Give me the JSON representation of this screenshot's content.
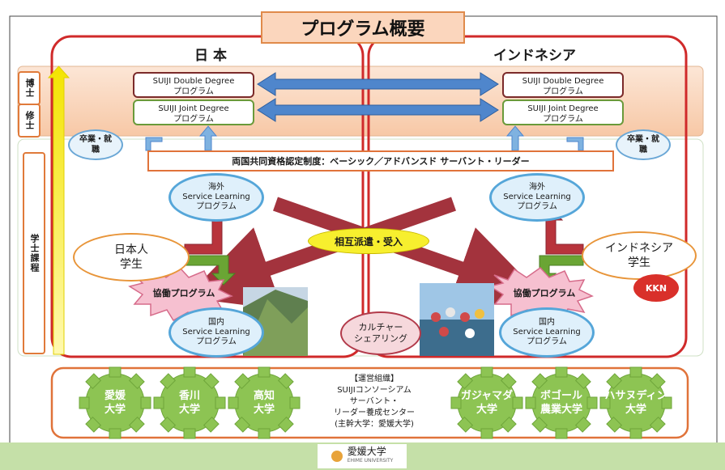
{
  "title": "プログラム概要",
  "left_country": "日 本",
  "right_country": "インドネシア",
  "left_side_labels": {
    "doctor": "博士",
    "master": "修士",
    "undergrad": "学士課程"
  },
  "degree": {
    "double_l1": "SUIJI Double Degree",
    "double_l2": "プログラム",
    "joint_l1": "SUIJI Joint Degree",
    "joint_l2": "プログラム"
  },
  "graduation": "卒業・就職",
  "certification": "両国共同資格認定制度：ベーシック／アドバンスド サーバント・リーダー",
  "overseas_sl": {
    "l1": "海外",
    "l2": "Service Learning",
    "l3": "プログラム"
  },
  "domestic_sl": {
    "l1": "国内",
    "l2": "Service Learning",
    "l3": "プログラム"
  },
  "japanese_students": {
    "l1": "日本人",
    "l2": "学生"
  },
  "indonesian_students": {
    "l1": "インドネシア",
    "l2": "学生"
  },
  "mutual_exchange": "相互派遣・受入",
  "collab_program": "協働プログラム",
  "kkn": "KKN",
  "culture_sharing": {
    "l1": "カルチャー",
    "l2": "シェアリング"
  },
  "universities_jp": [
    {
      "l1": "愛媛",
      "l2": "大学"
    },
    {
      "l1": "香川",
      "l2": "大学"
    },
    {
      "l1": "高知",
      "l2": "大学"
    }
  ],
  "universities_id": [
    {
      "l1": "ガジャマダ",
      "l2": "大学"
    },
    {
      "l1": "ボゴール",
      "l2": "農業大学"
    },
    {
      "l1": "ハサヌディン",
      "l2": "大学"
    }
  ],
  "org_center": {
    "l1": "【運営組織】",
    "l2": "SUIJIコンソーシアム",
    "l3": "サーバント・",
    "l4": "リーダー養成センター",
    "l5": "(主幹大学：愛媛大学)"
  },
  "logo_text": "愛媛大学",
  "logo_sub": "EHIME UNIVERSITY"
}
